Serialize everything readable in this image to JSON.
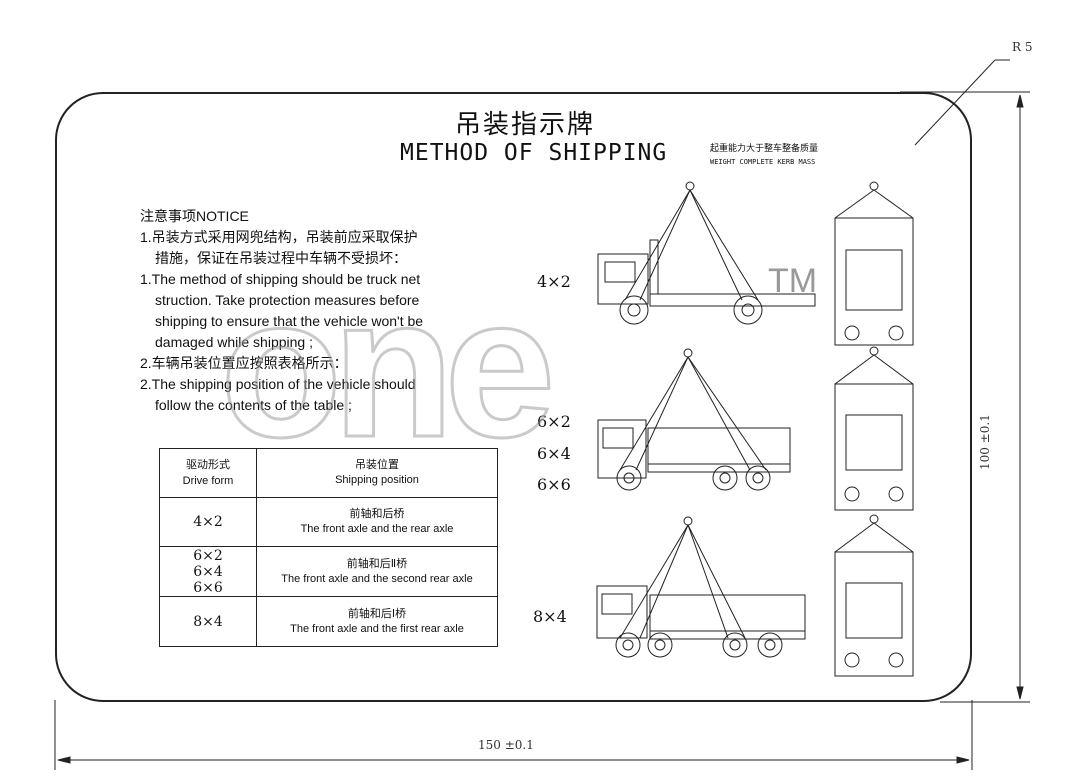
{
  "title_cn": "吊装指示牌",
  "title_en": "METHOD OF SHIPPING",
  "caption_cn": "起重能力大于整车整备质量",
  "caption_en": "WEIGHT   COMPLETE KERB MASS",
  "notice": {
    "heading": "注意事项NOTICE",
    "lines": [
      "1.吊装方式采用网兜结构，吊装前应采取保护",
      "措施，保证在吊装过程中车辆不受损坏：",
      "1.The method of shipping should be truck net",
      "struction. Take protection measures before",
      "shipping to ensure that the vehicle  won't be",
      "damaged while shipping ;",
      "2.车辆吊装位置应按照表格所示：",
      "2.The shipping position of the vehicle should",
      "follow the contents of the table ;"
    ]
  },
  "table": {
    "header": {
      "col1_cn": "驱动形式",
      "col1_en": "Drive form",
      "col2_cn": "吊装位置",
      "col2_en": "Shipping position"
    },
    "rows": [
      {
        "config": "4×2",
        "pos_cn": "前轴和后桥",
        "pos_en": "The front axle and the  rear axle"
      },
      {
        "config_l1": "6×2",
        "config_l2": "6×4",
        "config_l3": "6×6",
        "pos_cn": "前轴和后Ⅱ桥",
        "pos_en": "The front axle and the second rear axle"
      },
      {
        "config": "8×4",
        "pos_cn": "前轴和后Ⅰ桥",
        "pos_en": "The front axle and the first rear axle"
      }
    ]
  },
  "diagram_labels": {
    "row1": "4×2",
    "row2_a": "6×2",
    "row2_b": "6×4",
    "row2_c": "6×6",
    "row3": "8×4"
  },
  "dimensions": {
    "width": "150 ±0.1",
    "height": "100 ±0.1",
    "radius": "R 5"
  },
  "watermark": "one",
  "trademark": "TM"
}
